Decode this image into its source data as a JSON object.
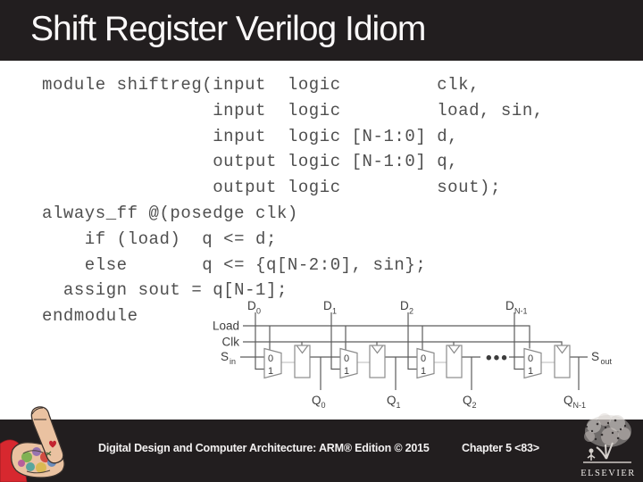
{
  "slide": {
    "title": "Shift Register Verilog Idiom"
  },
  "code": {
    "lines": [
      "module shiftreg(input  logic         clk,",
      "                input  logic         load, sin,",
      "                input  logic [N-1:0] d,",
      "                output logic [N-1:0] q,",
      "                output logic         sout);",
      "always_ff @(posedge clk)",
      "    if (load)  q <= d;",
      "    else       q <= {q[N-2:0], sin};",
      "  assign sout = q[N-1];",
      "endmodule"
    ]
  },
  "diagram": {
    "load_label": "Load",
    "clk_label": "Clk",
    "s_in": {
      "main": "S",
      "sub": "in"
    },
    "s_out": {
      "main": "S",
      "sub": "out"
    },
    "d_labels": [
      {
        "main": "D",
        "sub": "0"
      },
      {
        "main": "D",
        "sub": "1"
      },
      {
        "main": "D",
        "sub": "2"
      },
      {
        "main": "D",
        "sub": "N-1"
      }
    ],
    "q_labels": [
      {
        "main": "Q",
        "sub": "0"
      },
      {
        "main": "Q",
        "sub": "1"
      },
      {
        "main": "Q",
        "sub": "2"
      },
      {
        "main": "Q",
        "sub": "N-1"
      }
    ],
    "mux": {
      "zero": "0",
      "one": "1"
    },
    "dots": "•••"
  },
  "footer": {
    "book": "Digital Design and Computer Architecture: ARM® Edition © 2015",
    "chapter": "Chapter 5 <83>",
    "publisher": "ELSEVIER"
  },
  "colors": {
    "bar_background": "#221e1f",
    "code_text": "#4f4f4f",
    "wire_gray": "#5c5c5c",
    "illustration_red": "#d7282f"
  }
}
